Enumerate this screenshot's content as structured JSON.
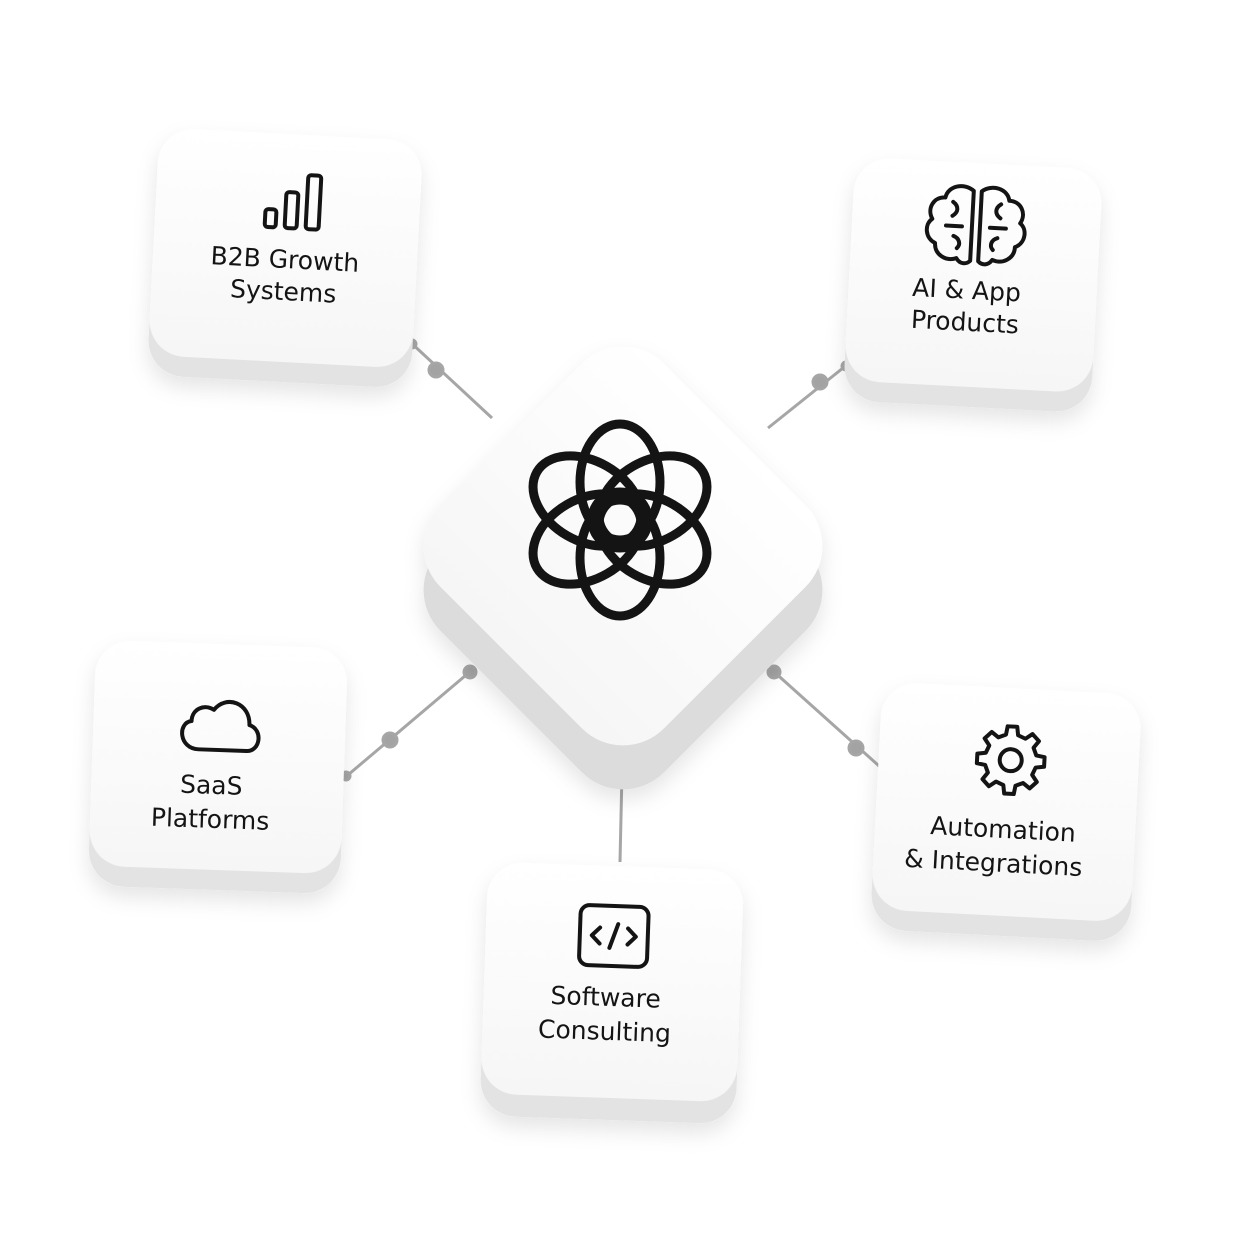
{
  "hub": {
    "logo_icon": "interlaced-rosette-logo-icon"
  },
  "cards": [
    {
      "id": "b2b",
      "icon": "bar-chart-icon",
      "label_lines": [
        "B2B Growth",
        "Systems"
      ]
    },
    {
      "id": "ai",
      "icon": "brain-icon",
      "label_lines": [
        "AI & App",
        "Products"
      ]
    },
    {
      "id": "saas",
      "icon": "cloud-icon",
      "label_lines": [
        "SaaS",
        "Platforms"
      ]
    },
    {
      "id": "software",
      "icon": "code-window-icon",
      "label_lines": [
        "Software",
        "Consulting"
      ]
    },
    {
      "id": "automation",
      "icon": "gear-icon",
      "label_lines": [
        "Automation",
        "& Integrations"
      ]
    }
  ],
  "colors": {
    "card_face": "#ffffff",
    "card_side": "#e3e3e3",
    "connector": "#a6a6a6",
    "icon_stroke": "#141414"
  }
}
